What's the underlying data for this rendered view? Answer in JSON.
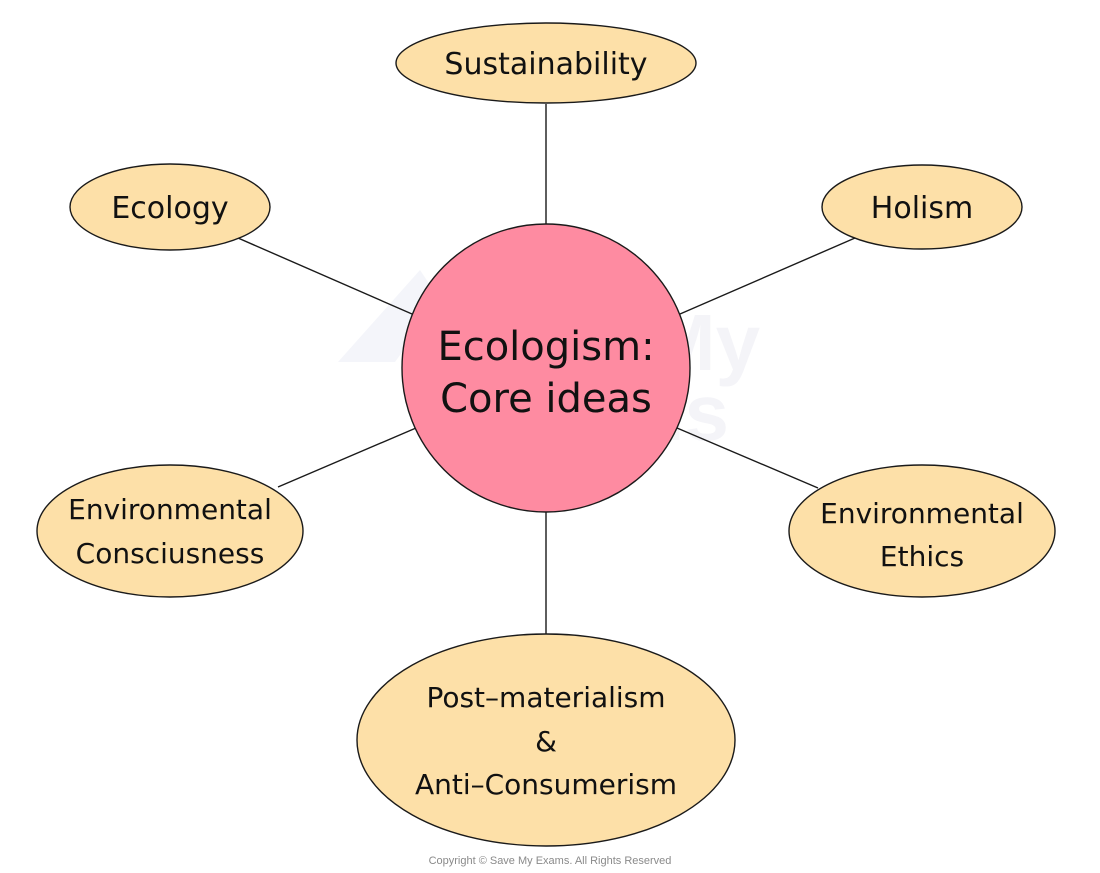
{
  "center": {
    "line1": "Ecologism:",
    "line2": "Core ideas",
    "fill": "#fe8ba1"
  },
  "nodes": {
    "sustainability": {
      "lines": [
        "Sustainability"
      ]
    },
    "ecology": {
      "lines": [
        "Ecology"
      ]
    },
    "holism": {
      "lines": [
        "Holism"
      ]
    },
    "environmental_consciousness": {
      "lines": [
        "Environmental",
        "Consciusness"
      ]
    },
    "environmental_ethics": {
      "lines": [
        "Environmental",
        "Ethics"
      ]
    },
    "post_materialism": {
      "lines": [
        "Post–materialism",
        "&",
        "Anti–Consumerism"
      ]
    }
  },
  "node_fill": "#fde0a8",
  "stroke_color": "#1a1a1a",
  "watermark": {
    "line1": "Save My",
    "line2": "Exams"
  },
  "copyright": "Copyright © Save My Exams. All Rights Reserved"
}
